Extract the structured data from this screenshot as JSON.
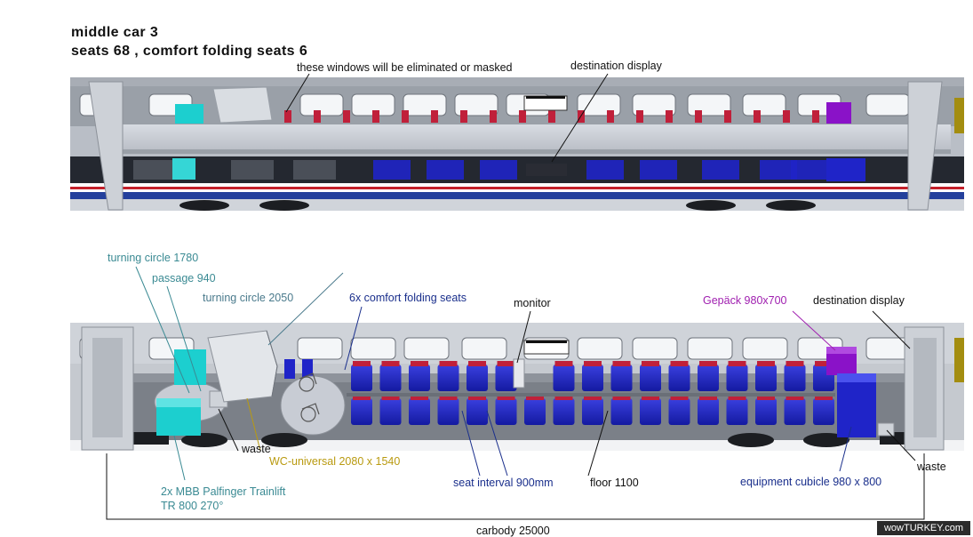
{
  "title": {
    "line1": "middle car 3",
    "line2": "seats 68 ,  comfort folding seats 6"
  },
  "top_labels": {
    "windows": "these windows will be eliminated or masked",
    "destination": "destination display"
  },
  "bottom_labels": {
    "turning_circle_1780": "turning circle 1780",
    "passage": "passage 940",
    "turning_circle_2050": "turning circle 2050",
    "comfort_seats": "6x comfort folding seats",
    "monitor": "monitor",
    "gepack": "Gepäck 980x700",
    "destination": "destination display",
    "waste_left": "waste",
    "wc": "WC-universal  2080 x 1540",
    "trainlift_1": "2x MBB Palfinger Trainlift",
    "trainlift_2": "TR 800 270°",
    "seat_interval": "seat interval 900mm",
    "floor": "floor 1100",
    "equipment": "equipment cubicle 980 x 800",
    "waste_right": "waste",
    "carbody": "carbody 25000"
  },
  "watermark": "wowTURKEY.com",
  "colors": {
    "seat_blue": "#1f24c8",
    "seat_red": "#c0203a",
    "teal_box": "#1ccfcf",
    "purple_box": "#8a12c8",
    "stripe_red": "#c4202a",
    "stripe_blue": "#24409c"
  }
}
